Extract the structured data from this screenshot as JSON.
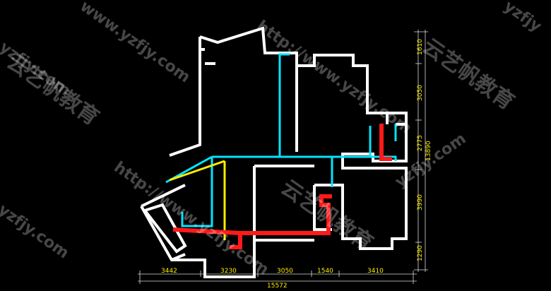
{
  "drawing": {
    "colors": {
      "background": "#000000",
      "wall": "#ffffff",
      "pipe_cyan": "#00e5ff",
      "pipe_red": "#ff1a1a",
      "pipe_yellow": "#ffee00",
      "dimension_text": "#ffee00",
      "dimension_line": "#dddddd",
      "watermark": "#ffffff"
    }
  },
  "dimensions": {
    "bottom": [
      "3442",
      "3230",
      "3050",
      "1540",
      "3410"
    ],
    "bottom_total": "15572",
    "right": [
      "1610",
      "3050",
      "2775",
      "3990",
      "1290"
    ],
    "right_total": "13890"
  },
  "watermarks": {
    "url": "http://www.yzfjy.com",
    "url_fragment_a": "www.yzfjy.com",
    "url_fragment_b": "yzfjy.com",
    "url_fragment_c": "yzfjy",
    "brand": "云艺帆教育"
  }
}
